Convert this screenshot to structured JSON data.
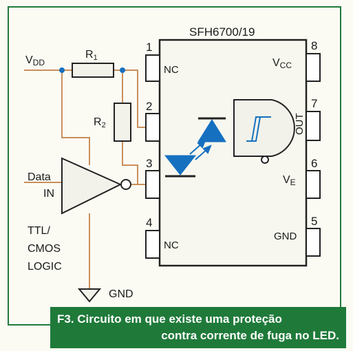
{
  "chip": {
    "part_number": "SFH6700/19",
    "pins": [
      {
        "number": "1",
        "label": "NC"
      },
      {
        "number": "2",
        "label": ""
      },
      {
        "number": "3",
        "label": ""
      },
      {
        "number": "4",
        "label": "NC"
      },
      {
        "number": "5",
        "label": "GND"
      },
      {
        "number": "6",
        "label": "V",
        "sub": "E"
      },
      {
        "number": "7",
        "label": "OUT"
      },
      {
        "number": "8",
        "label": "V",
        "sub": "CC"
      }
    ]
  },
  "left_circuit": {
    "vdd_label": "V",
    "vdd_sub": "DD",
    "r1_label": "R",
    "r1_sub": "1",
    "r2_label": "R",
    "r2_sub": "2",
    "data_label": "Data",
    "in_label": "IN",
    "logic_lines": [
      "TTL/",
      "CMOS",
      "LOGIC"
    ],
    "gnd_label": "GND"
  },
  "colors": {
    "wire": "#c98f5a",
    "component": "#1670c0",
    "outline": "#222222",
    "frame": "#1f7a3a",
    "caption_bg": "#1f7a3a"
  },
  "caption": {
    "line1": "F3. Circuito em que existe uma proteção",
    "line2": "contra corrente de fuga no LED."
  }
}
